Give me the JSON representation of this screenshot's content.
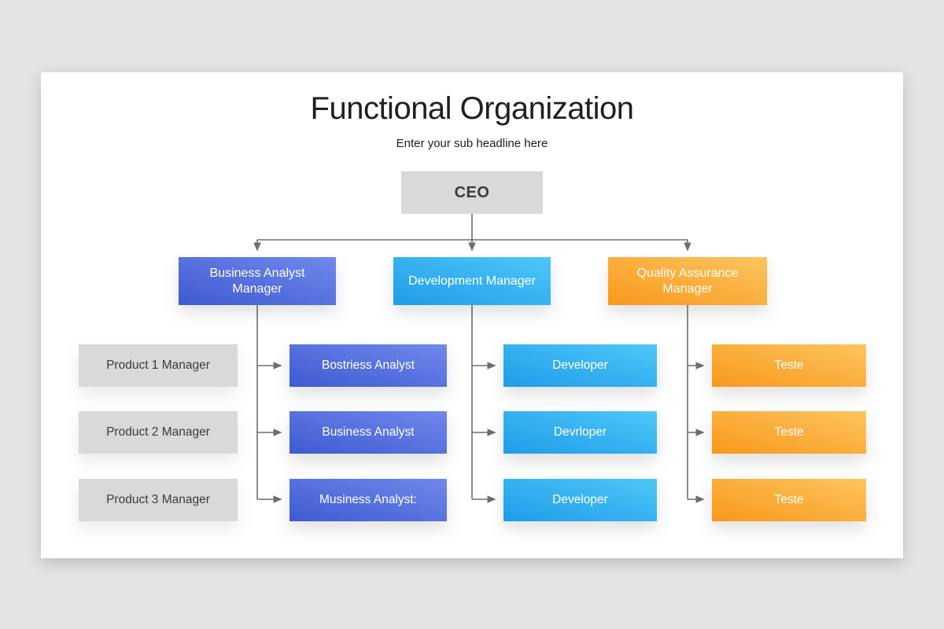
{
  "theme": {
    "page_background": "#e5e4e5",
    "card_background": "#ffffff",
    "neutral_box_color": "#d9d9d9",
    "connector_color": "#6e6e6e",
    "text_dark": "#3b3b3b",
    "text_light": "#ffffff"
  },
  "header": {
    "title": "Functional Organization",
    "subtitle": "Enter your sub headline here"
  },
  "org_chart": {
    "ceo": {
      "label": "CEO"
    },
    "managers": [
      {
        "label": "Business Analyst Manager",
        "gradient_start": "#3e5ad1",
        "gradient_end": "#7189ec",
        "children": [
          {
            "label": "Bostriess Analyst"
          },
          {
            "label": "Business Analyst"
          },
          {
            "label": "Musiness Analyst:"
          }
        ]
      },
      {
        "label": "Development Manager",
        "gradient_start": "#1f9ce9",
        "gradient_end": "#4fc7f8",
        "children": [
          {
            "label": "Developer"
          },
          {
            "label": "Devrloper"
          },
          {
            "label": "Developer"
          }
        ]
      },
      {
        "label": "Quality Assurance Manager",
        "gradient_start": "#f8981c",
        "gradient_end": "#fdc55e",
        "children": [
          {
            "label": "Teste"
          },
          {
            "label": "Teste"
          },
          {
            "label": "Teste"
          }
        ]
      }
    ],
    "product_managers": [
      {
        "label": "Product 1 Manager"
      },
      {
        "label": "Product 2 Manager"
      },
      {
        "label": "Product 3 Manager"
      }
    ]
  }
}
